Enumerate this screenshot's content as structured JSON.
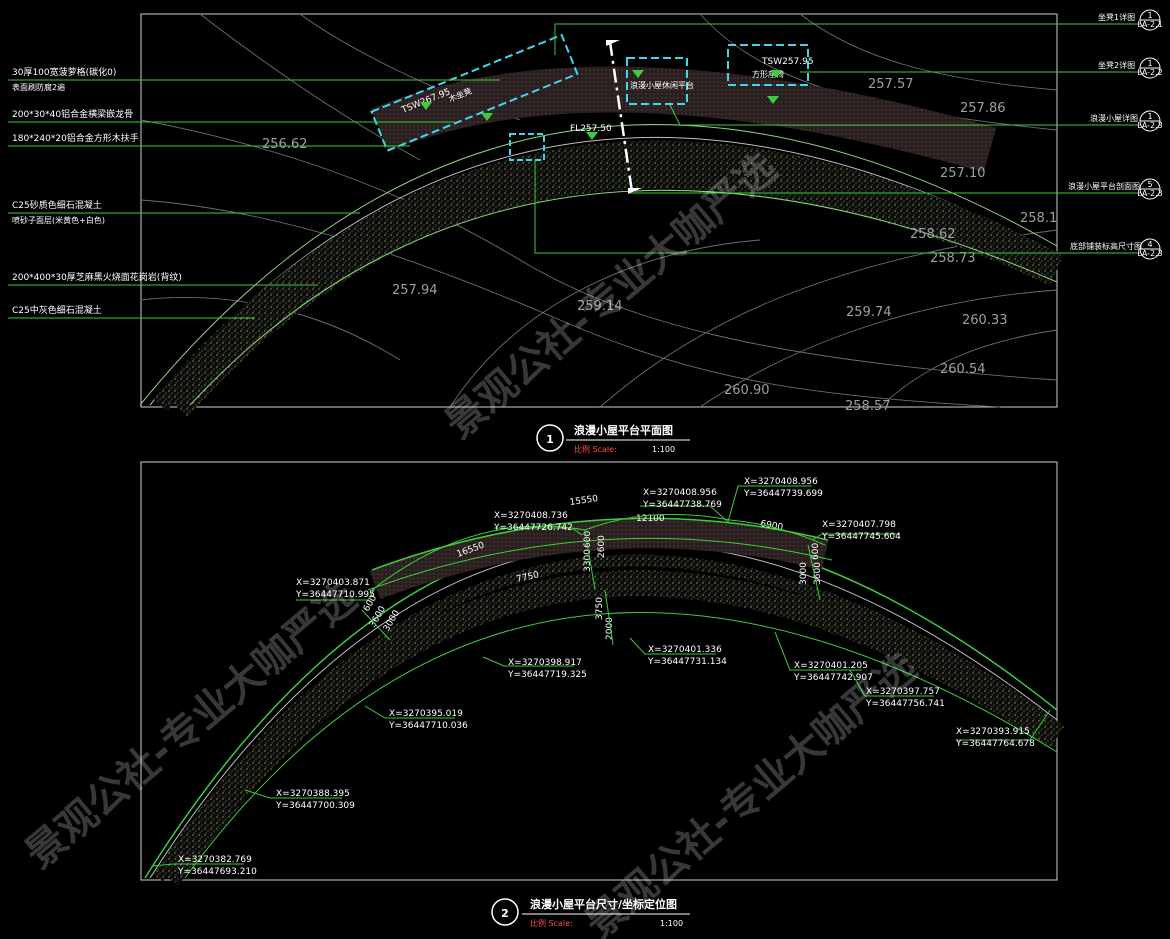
{
  "plan1": {
    "left_labels": [
      {
        "text": "30厚100宽菠萝格(碳化0)"
      },
      {
        "text": "表面刷防腐2遍"
      },
      {
        "text": "200*30*40铝合金横梁嵌龙骨"
      },
      {
        "text": "180*240*20铝合金方形木扶手"
      },
      {
        "text": "C25砂质色细石混凝土"
      },
      {
        "text": "喷砂子面层(米黄色+白色)"
      },
      {
        "text": "200*400*30厚芝麻黑火烧面花岗岩(背纹)"
      },
      {
        "text": "C25中灰色细石混凝土"
      }
    ],
    "right_callouts": [
      {
        "text": "坐凳1详图",
        "num": "1",
        "sheet": "LA-2.1"
      },
      {
        "text": "坐凳2详图",
        "num": "1",
        "sheet": "LA-2.2"
      },
      {
        "text": "浪漫小屋详图",
        "num": "1",
        "sheet": "LA-2.3"
      },
      {
        "text": "浪漫小屋平台剖面图",
        "num": "5",
        "sheet": "LA-2.3"
      },
      {
        "text": "底部铺装标高尺寸图",
        "num": "4",
        "sheet": "LA-2.3"
      }
    ],
    "elevations": [
      "257.57",
      "257.86",
      "257.10",
      "258.62",
      "258.73",
      "258.1",
      "256.62",
      "257.94",
      "259.14",
      "259.74",
      "260.33",
      "260.54",
      "260.90",
      "258.57"
    ],
    "tags": [
      {
        "text": "TSW267.95"
      },
      {
        "text": "TSW257.95"
      },
      {
        "text": "FL257.50"
      },
      {
        "text": "木坐凳"
      },
      {
        "text": "浪漫小屋休闲平台"
      },
      {
        "text": "方形座椅"
      }
    ],
    "title": {
      "num": "1",
      "text": "浪漫小屋平台平面图",
      "scale_label": "比例 Scale:",
      "scale": "1:100"
    }
  },
  "plan2": {
    "coords": [
      {
        "x": "X=3270403.871",
        "y": "Y=36447710.995"
      },
      {
        "x": "X=3270408.736",
        "y": "Y=36447726.742"
      },
      {
        "x": "X=3270408.956",
        "y": "Y=36447738.769"
      },
      {
        "x": "X=3270408.956",
        "y": "Y=36447739.699"
      },
      {
        "x": "X=3270407.798",
        "y": "Y=36447745.604"
      },
      {
        "x": "X=3270398.917",
        "y": "Y=36447719.325"
      },
      {
        "x": "X=3270401.336",
        "y": "Y=36447731.134"
      },
      {
        "x": "X=3270401.205",
        "y": "Y=36447742.907"
      },
      {
        "x": "X=3270397.757",
        "y": "Y=36447756.741"
      },
      {
        "x": "X=3270395.019",
        "y": "Y=36447710.036"
      },
      {
        "x": "X=3270393.915",
        "y": "Y=36447764.678"
      },
      {
        "x": "X=3270388.395",
        "y": "Y=36447700.309"
      },
      {
        "x": "X=3270382.769",
        "y": "Y=36447693.210"
      }
    ],
    "dims": [
      "15550",
      "12100",
      "6900",
      "16550",
      "7750",
      "600",
      "3300",
      "2600",
      "3750",
      "2000",
      "3000",
      "3600",
      "3600",
      "600",
      "3000",
      "600"
    ],
    "title": {
      "num": "2",
      "text": "浪漫小屋平台尺寸/坐标定位图",
      "scale_label": "比例 Scale:",
      "scale": "1:100"
    }
  },
  "watermark": "景观公社-专业大咖严选"
}
